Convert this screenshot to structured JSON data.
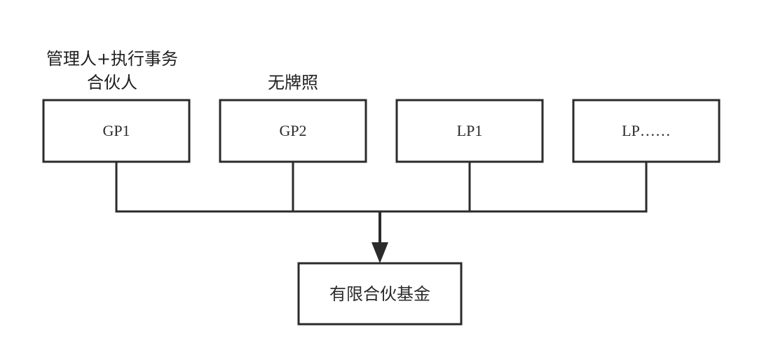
{
  "annotations": {
    "gp1_line1": "管理人+执行事务",
    "gp1_line2": "合伙人",
    "gp2": "无牌照"
  },
  "partners": [
    {
      "label": "GP1"
    },
    {
      "label": "GP2"
    },
    {
      "label": "LP1"
    },
    {
      "label": "LP……"
    }
  ],
  "fund": {
    "label": "有限合伙基金"
  },
  "colors": {
    "stroke": "#2b2b2b",
    "background": "#ffffff"
  }
}
